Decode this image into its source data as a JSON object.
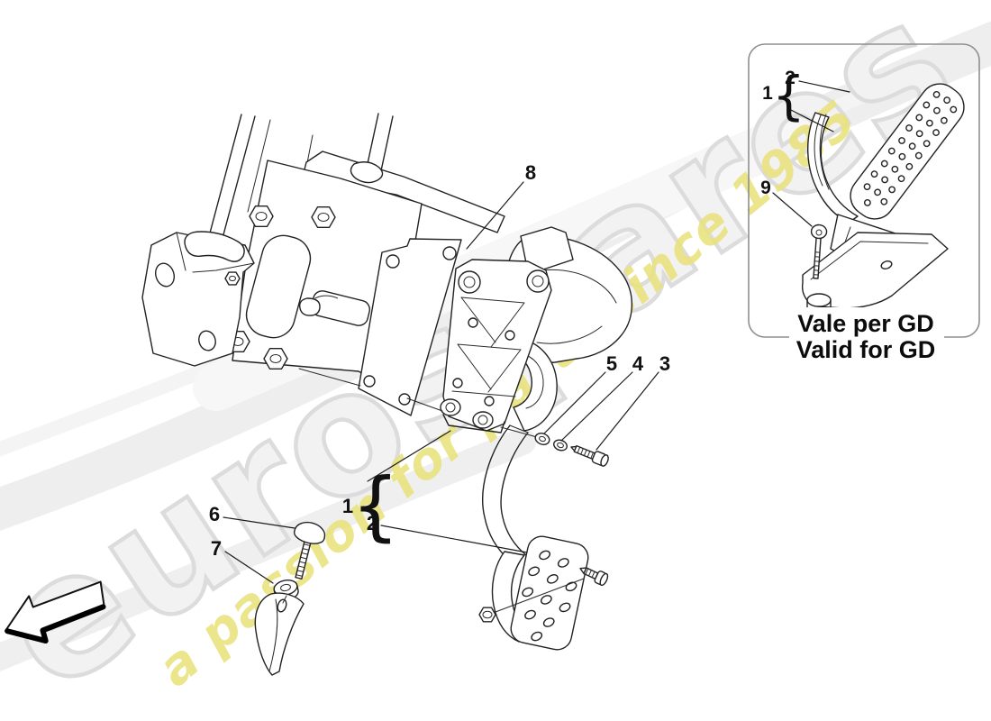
{
  "watermark": {
    "brand": "eurospares",
    "tagline": "a passion for parts since 1985"
  },
  "callouts": {
    "main": {
      "mounting_plate": "8",
      "washer_outer": "5",
      "washer_inner": "4",
      "screw": "3",
      "pedal_group": "1",
      "pedal_pad": "2",
      "adjuster_screw": "6",
      "adjuster_washer": "7",
      "brace": "{"
    },
    "inset": {
      "pedal_group": "1",
      "pedal_pad": "2",
      "fixing_screw": "9",
      "brace": "{"
    }
  },
  "inset": {
    "caption_line1": "Vale per GD",
    "caption_line2": "Valid for GD"
  },
  "icons": {
    "arrow": "direction-arrow-left"
  },
  "colors": {
    "line": "#1c1c1c",
    "callout_text": "#111111",
    "watermark_yellow": "#e9e27d",
    "watermark_gray": "#dcdcdc",
    "inset_border": "#8f8f8f",
    "background": "#ffffff"
  }
}
